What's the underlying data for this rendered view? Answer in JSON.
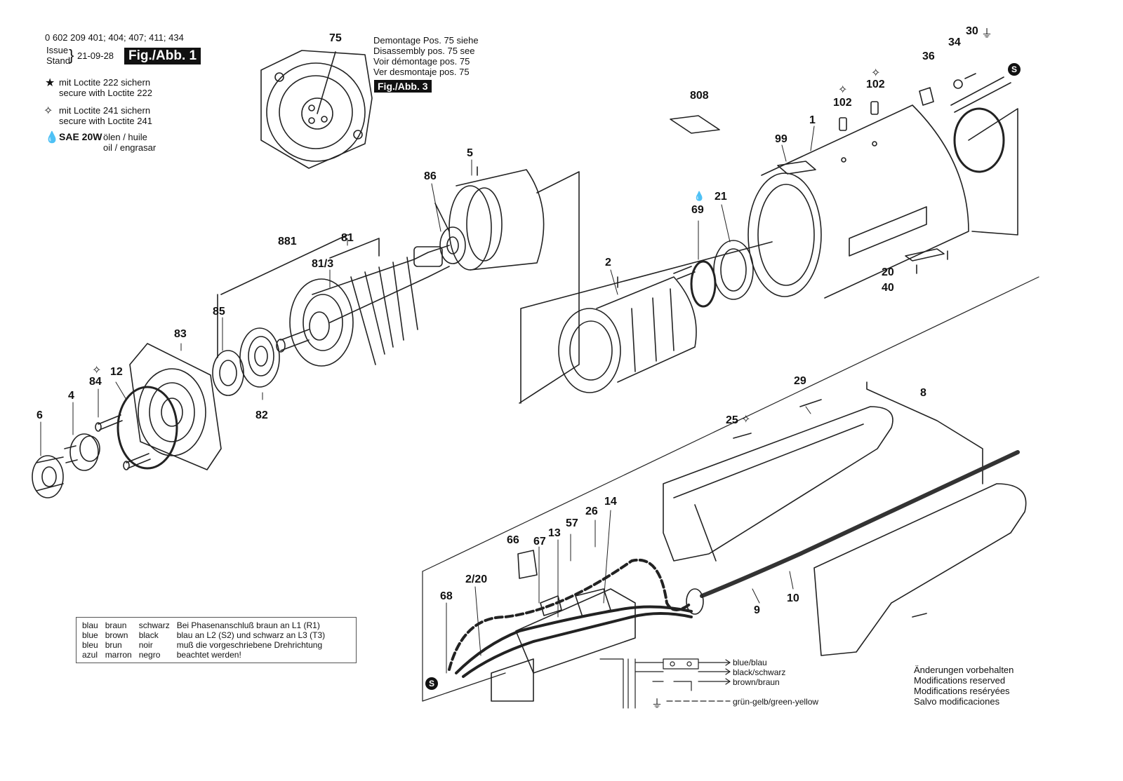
{
  "header": {
    "part_numbers": "0 602 209 401; 404; 407; 411; 434",
    "issue_label": "Issue",
    "stand_label": "Stand",
    "date": "21-09-28",
    "figure_badge": "Fig./Abb. 1"
  },
  "notes": {
    "loctite222_line1": "mit Loctite 222 sichern",
    "loctite222_line2": "secure with Loctite 222",
    "loctite241_line1": "mit Loctite 241 sichern",
    "loctite241_line2": "secure with Loctite 241",
    "oil_label": "SAE 20W",
    "oil_line1": "ölen / huile",
    "oil_line2": "oil / engrasar"
  },
  "disassembly_note": {
    "line1": "Demontage Pos. 75 siehe",
    "line2": "Disassembly pos. 75 see",
    "line3": "Voir démontage pos. 75",
    "line4": "Ver desmontaje pos. 75",
    "badge": "Fig./Abb. 3"
  },
  "part_labels": {
    "p75": "75",
    "p5": "5",
    "p86": "86",
    "p881": "881",
    "p81": "81",
    "p81_3": "81/3",
    "p85": "85",
    "p83": "83",
    "p82": "82",
    "p84": "84",
    "p12": "12",
    "p4": "4",
    "p6": "6",
    "p808": "808",
    "p99": "99",
    "p1": "1",
    "p102a": "102",
    "p102b": "102",
    "p36": "36",
    "p34": "34",
    "p30": "30",
    "p69": "69",
    "p21": "21",
    "p2": "2",
    "p20": "20",
    "p40": "40",
    "p29": "29",
    "p8": "8",
    "p25": "25",
    "p14": "14",
    "p26": "26",
    "p57": "57",
    "p13": "13",
    "p67": "67",
    "p66": "66",
    "p2_20": "2/20",
    "p68": "68",
    "p9": "9",
    "p10": "10"
  },
  "wire_table": {
    "col1": [
      "blau",
      "blue",
      "bleu",
      "azul"
    ],
    "col2": [
      "braun",
      "brown",
      "brun",
      "marron"
    ],
    "col3": [
      "schwarz",
      "black",
      "noir",
      "negro"
    ],
    "col4": [
      "Bei Phasenanschluß braun an L1 (R1)",
      "blau an L2 (S2) und schwarz an L3 (T3)",
      "muß die vorgeschriebene Drehrichtung",
      "beachtet werden!"
    ]
  },
  "wire_legend": {
    "blue": "blue/blau",
    "black": "black/schwarz",
    "brown": "brown/braun",
    "ground": "grün-gelb/green-yellow"
  },
  "modifications": {
    "line1": "Änderungen vorbehalten",
    "line2": "Modifications reserved",
    "line3": "Modifications reséryées",
    "line4": "Salvo modificaciones"
  },
  "icons": {
    "loctite222": "star-icon",
    "loctite241": "outline-star-icon",
    "oil": "oil-drop-icon",
    "ground": "ground-icon",
    "seal": "s-badge-icon"
  },
  "colors": {
    "ink": "#111111",
    "paper": "#ffffff",
    "line": "#333333"
  }
}
